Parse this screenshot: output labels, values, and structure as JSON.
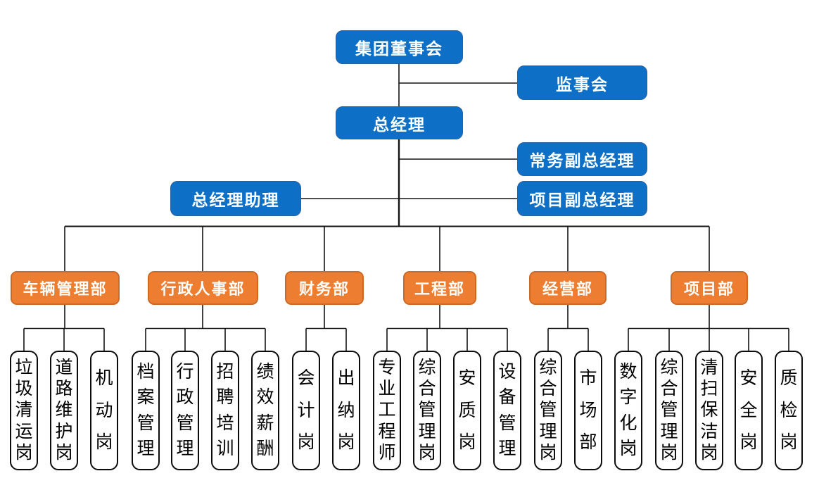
{
  "org": {
    "board": {
      "label": "集团董事会"
    },
    "supervisory_board": {
      "label": "监事会"
    },
    "general_manager": {
      "label": "总经理"
    },
    "executive_deputy_gm": {
      "label": "常务副总经理"
    },
    "gm_assistant": {
      "label": "总经理助理"
    },
    "project_deputy_gm": {
      "label": "项目副总经理"
    },
    "departments": [
      {
        "label": "车辆管理部",
        "positions": [
          "垃圾清运岗",
          "道路维护岗",
          "机动岗"
        ]
      },
      {
        "label": "行政人事部",
        "positions": [
          "档案管理",
          "行政管理",
          "招聘培训",
          "绩效薪酬"
        ]
      },
      {
        "label": "财务部",
        "positions": [
          "会计岗",
          "出纳岗"
        ]
      },
      {
        "label": "工程部",
        "positions": [
          "专业工程师",
          "综合管理岗",
          "安质岗",
          "设备管理"
        ]
      },
      {
        "label": "经营部",
        "positions": [
          "综合管理岗",
          "市场部"
        ]
      },
      {
        "label": "项目部",
        "positions": [
          "数字化岗",
          "综合管理岗",
          "清扫保洁岗",
          "安全岗",
          "质检岗"
        ]
      }
    ]
  },
  "colors": {
    "management_node": "#0D70C6",
    "department_node": "#ED7D31",
    "position_node_background": "#FFFFFF",
    "position_node_border": "#000000",
    "connector": "#000000"
  }
}
